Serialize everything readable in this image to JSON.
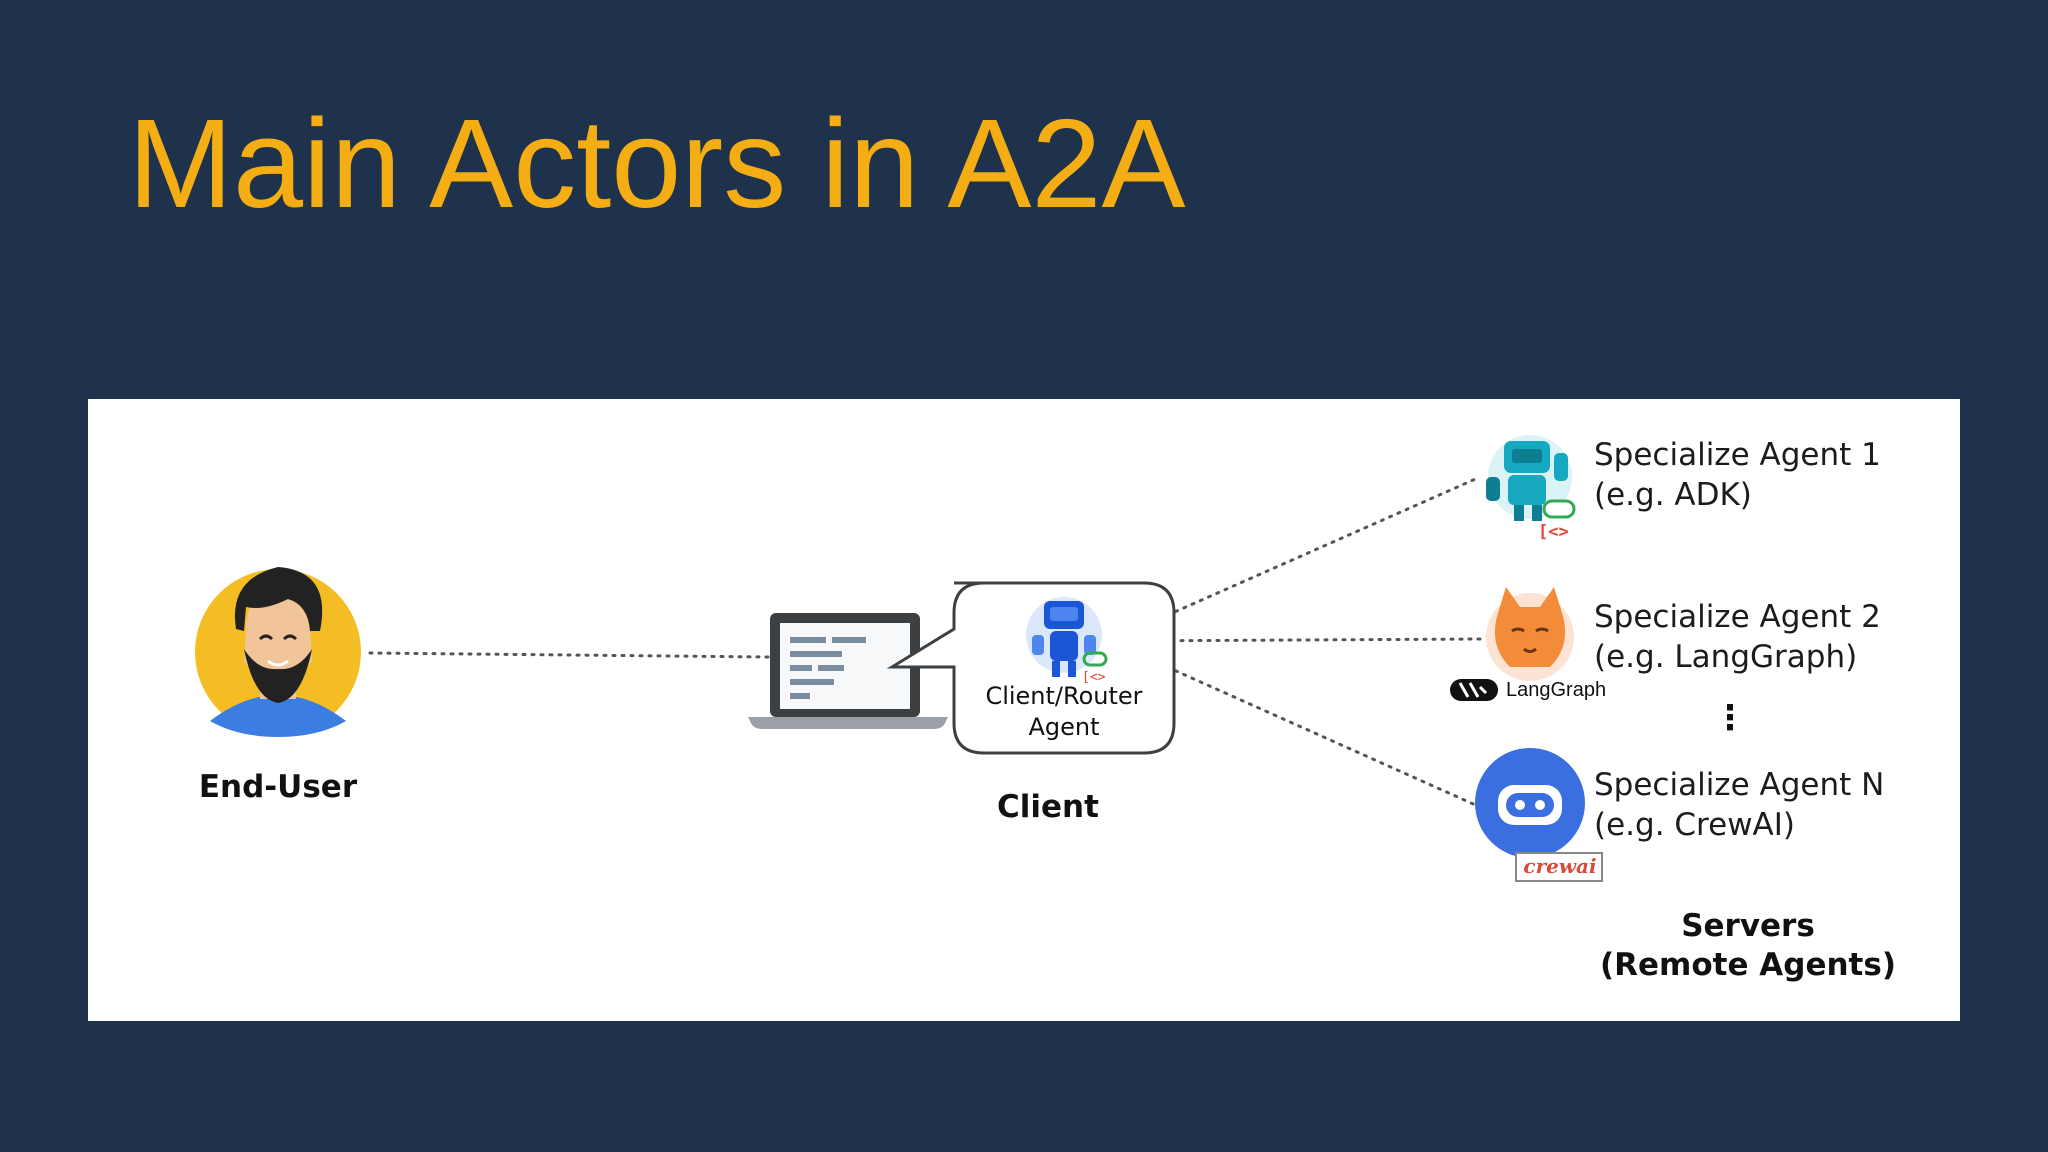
{
  "slide": {
    "title": "Main Actors in A2A",
    "colors": {
      "background": "#1f324b",
      "title": "#f5ad14",
      "panel": "#ffffff"
    }
  },
  "diagram": {
    "end_user": {
      "label": "End-User",
      "icon": "person-avatar-icon"
    },
    "client": {
      "label": "Client",
      "device_icon": "laptop-icon",
      "router_agent": {
        "line1": "Client/Router",
        "line2": "Agent",
        "icon": "robot-icon"
      }
    },
    "servers": {
      "label_line1": "Servers",
      "label_line2": "(Remote Agents)",
      "agents": [
        {
          "name": "Specialize Agent 1",
          "example": "(e.g. ADK)",
          "icon": "adk-robot-icon"
        },
        {
          "name": "Specialize Agent 2",
          "example": "(e.g. LangGraph)",
          "icon": "fox-icon",
          "logo_text": "LangGraph"
        },
        {
          "name": "Specialize Agent N",
          "example": "(e.g. CrewAI)",
          "icon": "robot-bubble-icon",
          "logo_text": "crewai"
        }
      ],
      "ellipsis": "⋮"
    }
  }
}
